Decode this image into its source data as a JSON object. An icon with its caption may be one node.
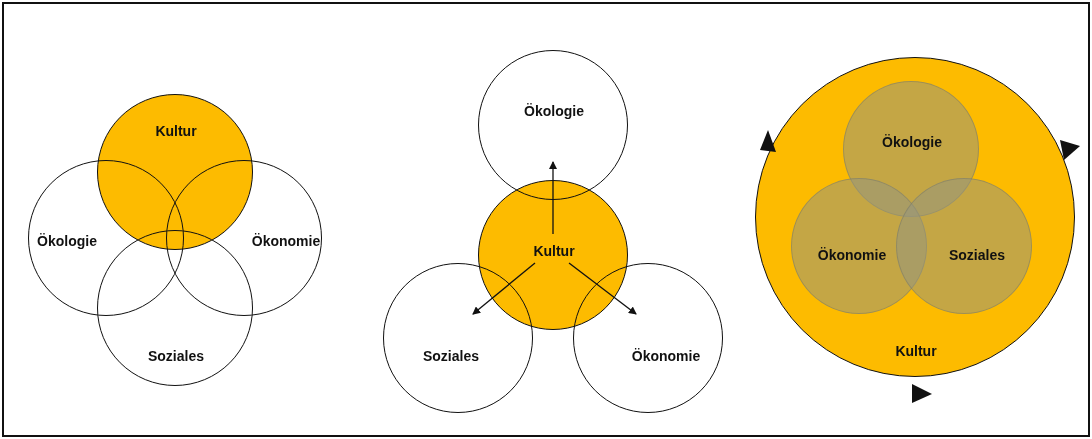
{
  "diagram": {
    "nodes": [
      {
        "text": [
          "Kultur"
        ]
      },
      {
        "text": [
          "Ökologie"
        ]
      },
      {
        "text": [
          "Ökonomie"
        ]
      },
      {
        "text": [
          "Soziales"
        ]
      },
      {
        "text": [
          "Ökologie"
        ]
      },
      {
        "text": [
          "Kultur"
        ]
      },
      {
        "text": [
          "Soziales"
        ]
      },
      {
        "text": [
          "Ökonomie"
        ]
      },
      {
        "text": [
          "Kultur"
        ]
      },
      {
        "text": [
          "Ökologie"
        ],
        "in": 8
      },
      {
        "text": [
          "Ökonomie"
        ],
        "in": 8
      },
      {
        "text": [
          "Soziales"
        ],
        "in": 8
      }
    ],
    "edges": [
      {
        "from": 5,
        "to": 4,
        "arrow": "to"
      },
      {
        "from": 5,
        "to": 6,
        "arrow": "to"
      },
      {
        "from": 5,
        "to": 7,
        "arrow": "to"
      }
    ]
  }
}
